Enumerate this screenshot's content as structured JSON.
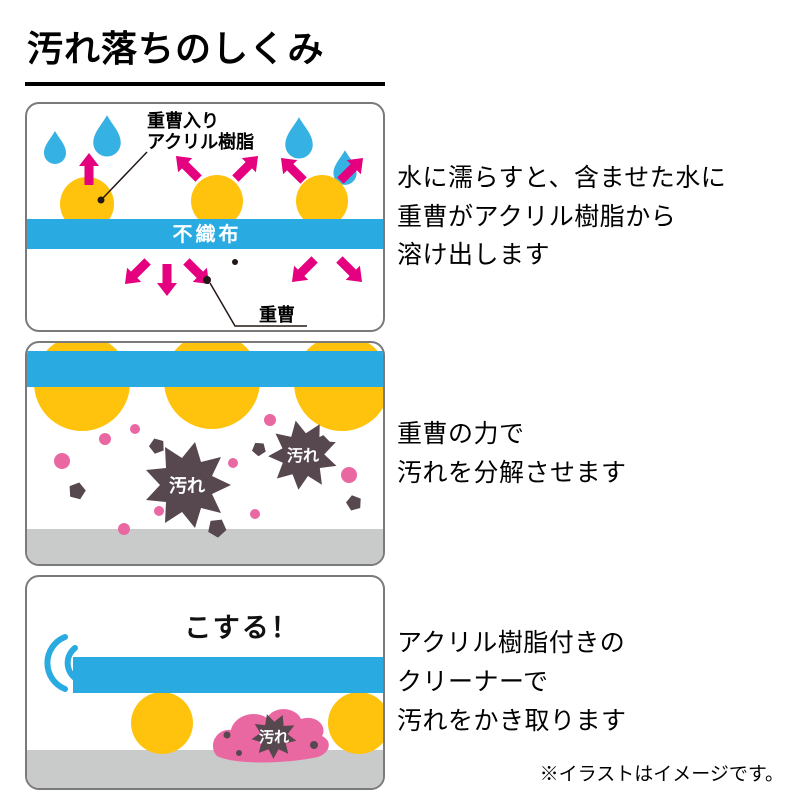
{
  "title": "汚れ落ちのしくみ",
  "footnote": "※イラストはイメージです。",
  "colors": {
    "band_blue": "#29ABE2",
    "drop_blue": "#35B1E4",
    "resin_yellow": "#FFC30E",
    "arrow_magenta": "#E4007F",
    "particle_pink": "#EA68A2",
    "dirt_dark": "#574850",
    "surface_gray": "#C9CACA",
    "panel_border": "#7A7A7A"
  },
  "step1": {
    "caption": "水に濡らすと、含ませた水に\n重曹がアクリル樹脂から\n溶け出します",
    "label_resin_line1": "重曹入り",
    "label_resin_line2": "アクリル樹脂",
    "label_fabric": "不織布",
    "label_soda": "重曹"
  },
  "step2": {
    "caption": "重曹の力で\n汚れを分解させます",
    "label_dirt": "汚れ"
  },
  "step3": {
    "caption": "アクリル樹脂付きの\nクリーナーで\n汚れをかき取ります",
    "label_rub": "こする！",
    "label_dirt": "汚れ"
  }
}
